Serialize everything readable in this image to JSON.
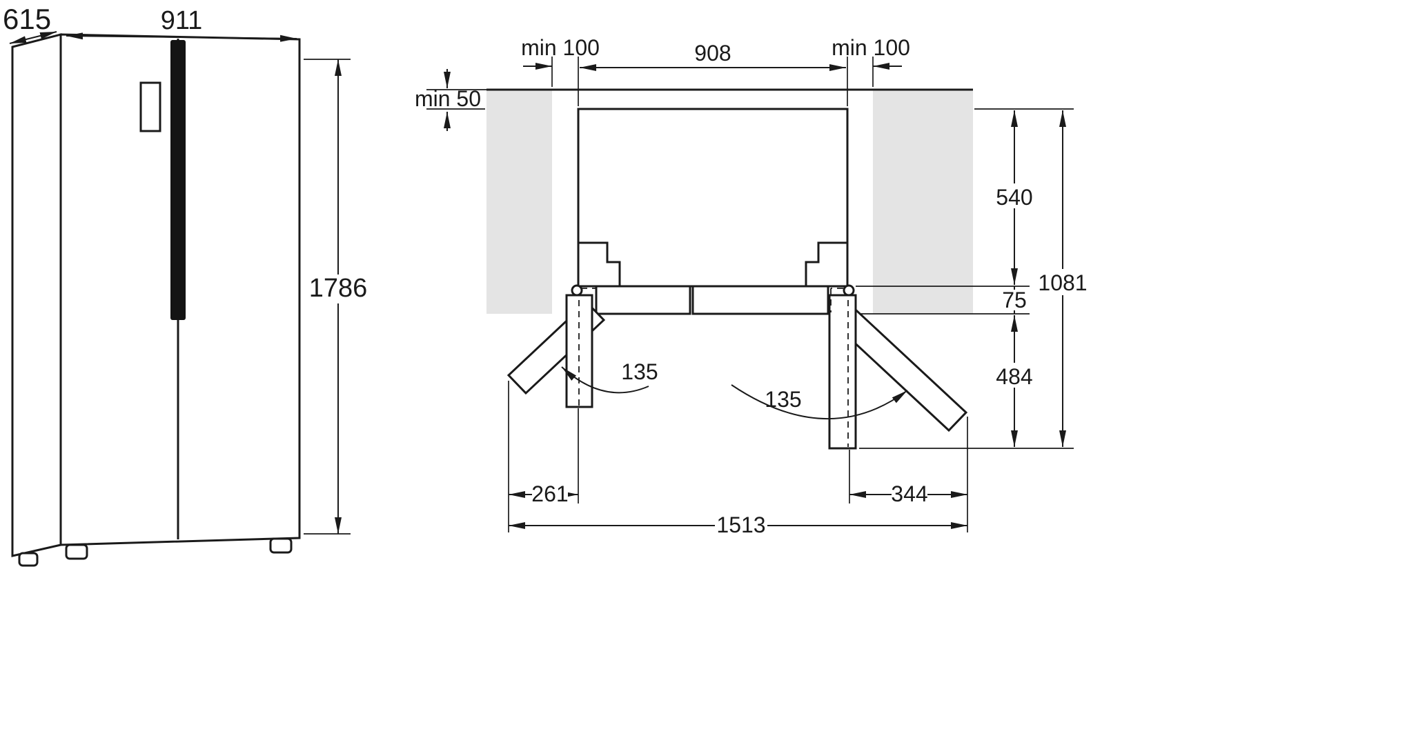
{
  "front_view": {
    "depth": "615",
    "width": "911",
    "height": "1786"
  },
  "plan_view": {
    "clearance_side_left": "min 100",
    "clearance_side_right": "min 100",
    "clearance_rear": "min 50",
    "niche_width": "908",
    "cabinet_depth": "540",
    "door_depth": "75",
    "door_open_projection": "484",
    "overall_depth_doors_open": "1081",
    "opening_angle_left": "135",
    "opening_angle_right": "135",
    "door_swing_left": "261",
    "door_swing_right": "344",
    "overall_width_doors_open": "1513"
  },
  "colors": {
    "line": "#1a1a1a",
    "wall_fill": "#e4e4e4",
    "handle_fill": "#141414",
    "background": "#ffffff"
  }
}
